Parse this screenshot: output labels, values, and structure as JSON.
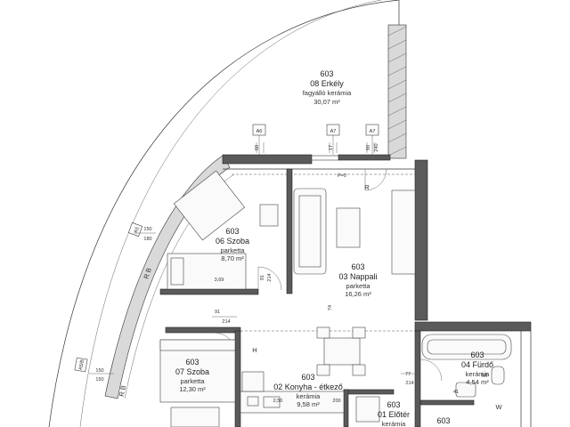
{
  "rooms": {
    "erkely": {
      "apt": "603",
      "name": "08 Erkély",
      "floor": "fagyálló kerámia",
      "area": "30,07 m²"
    },
    "szoba06": {
      "apt": "603",
      "name": "06 Szoba",
      "floor": "parketta",
      "area": "8,70 m²"
    },
    "nappali": {
      "apt": "603",
      "name": "03 Nappali",
      "floor": "parketta",
      "area": "16,26 m²"
    },
    "szoba07": {
      "apt": "603",
      "name": "07 Szoba",
      "floor": "parketta",
      "area": "12,30 m²"
    },
    "konyha": {
      "apt": "603",
      "name": "02 Konyha - étkező",
      "floor": "kerámia",
      "area": "9,58 m²"
    },
    "furdo": {
      "apt": "603",
      "name": "04 Fürdő",
      "floor": "kerámia",
      "area": "4,54 m²"
    },
    "eloter": {
      "apt": "603",
      "name": "01 Előtér",
      "floor": "kerámia"
    },
    "partial": {
      "apt": "603"
    }
  },
  "axis_tags": {
    "a6": "A6",
    "a7a": "A7",
    "a7b": "A7",
    "a5": "A5",
    "a5b": "A5/B"
  },
  "dims": {
    "d91": "91",
    "d214a": "214",
    "d77": "77",
    "d214b": "214",
    "d150a": "150",
    "d180": "180",
    "d150b": "150",
    "d150c": "150",
    "d214c": "214",
    "d91b": "91",
    "d74": "74",
    "d90": "90",
    "d240": "240",
    "d17": "17",
    "d60": "60",
    "d3": "3,69",
    "d250": "2,50",
    "d41": "41",
    "d200": "200"
  },
  "labels": {
    "pm0": "P=0",
    "rb1": "R B",
    "rb2": "R B",
    "r": "R",
    "h": "H",
    "m": "M",
    "w": "W"
  }
}
